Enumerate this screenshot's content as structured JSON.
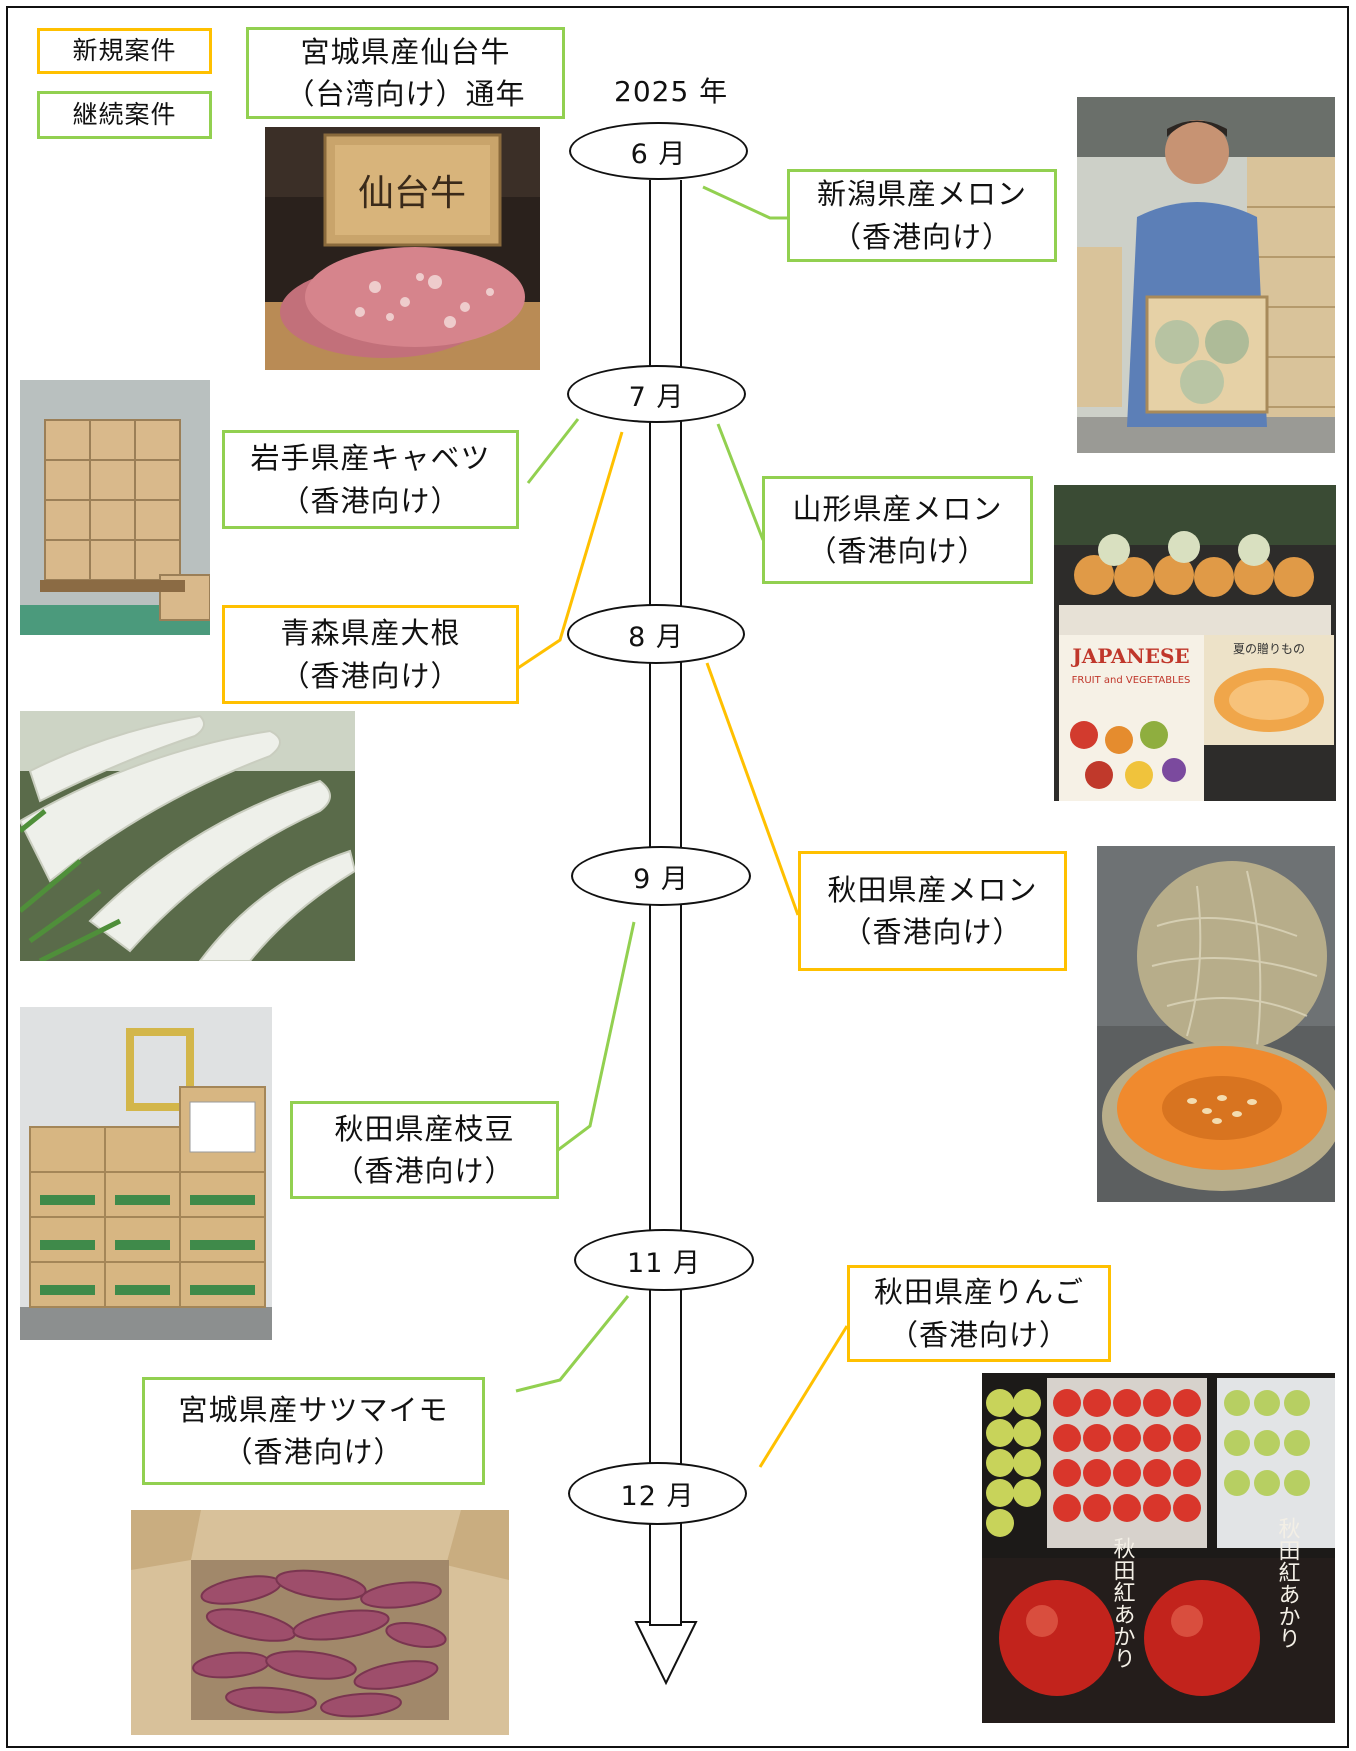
{
  "legend": {
    "new_label": "新規案件",
    "continuing_label": "継続案件",
    "new_color": "#ffc000",
    "continuing_color": "#92d050"
  },
  "timeline": {
    "year": "2025 年",
    "months": [
      "6 月",
      "7 月",
      "8 月",
      "9 月",
      "11 月",
      "12 月"
    ]
  },
  "items": [
    {
      "line1": "宮城県産仙台牛",
      "line2": "（台湾向け）通年",
      "status": "continuing"
    },
    {
      "line1": "新潟県産メロン",
      "line2": "（香港向け）",
      "status": "continuing"
    },
    {
      "line1": "岩手県産キャベツ",
      "line2": "（香港向け）",
      "status": "continuing"
    },
    {
      "line1": "山形県産メロン",
      "line2": "（香港向け）",
      "status": "continuing"
    },
    {
      "line1": "青森県産大根",
      "line2": "（香港向け）",
      "status": "new"
    },
    {
      "line1": "秋田県産メロン",
      "line2": "（香港向け）",
      "status": "new"
    },
    {
      "line1": "秋田県産枝豆",
      "line2": "（香港向け）",
      "status": "continuing"
    },
    {
      "line1": "秋田県産りんご",
      "line2": "（香港向け）",
      "status": "new"
    },
    {
      "line1": "宮城県産サツマイモ",
      "line2": "（香港向け）",
      "status": "continuing"
    }
  ],
  "photo_labels": {
    "beef_box": "仙台牛",
    "poster_title": "JAPANESE",
    "poster_sub": "FRUIT and VEGETABLES",
    "poster_tag": "夏の贈りもの",
    "apple_sign": "秋田紅あかり",
    "apple_sign_alt": "秋田紅あかり"
  }
}
